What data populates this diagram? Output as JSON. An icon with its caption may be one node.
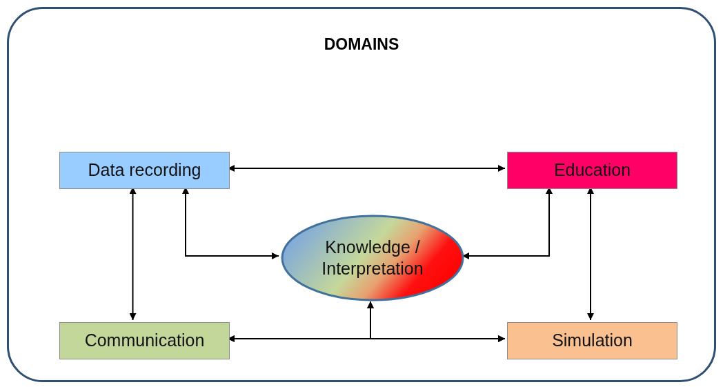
{
  "diagram": {
    "nodes": [
      {
        "text": [
          "DOMAINS"
        ]
      },
      {
        "text": [
          "Data recording"
        ],
        "in": 0
      },
      {
        "text": [
          "Education"
        ],
        "in": 0
      },
      {
        "text": [
          "Knowledge / Interpretation"
        ],
        "in": 0
      },
      {
        "text": [
          "Communication"
        ],
        "in": 0
      },
      {
        "text": [
          "Simulation"
        ],
        "in": 0
      }
    ],
    "edges": [
      {
        "from": 1,
        "to": 2,
        "arrow": "both"
      },
      {
        "from": 1,
        "to": 4,
        "arrow": "both"
      },
      {
        "from": 1,
        "to": 3,
        "arrow": "both"
      },
      {
        "from": 2,
        "to": 3,
        "arrow": "both"
      },
      {
        "from": 2,
        "to": 5,
        "arrow": "both"
      },
      {
        "from": 4,
        "to": 5,
        "arrow": "both"
      },
      {
        "from": 4,
        "to": 3,
        "arrow": "both"
      },
      {
        "from": 5,
        "to": 3,
        "arrow": "both"
      }
    ]
  }
}
